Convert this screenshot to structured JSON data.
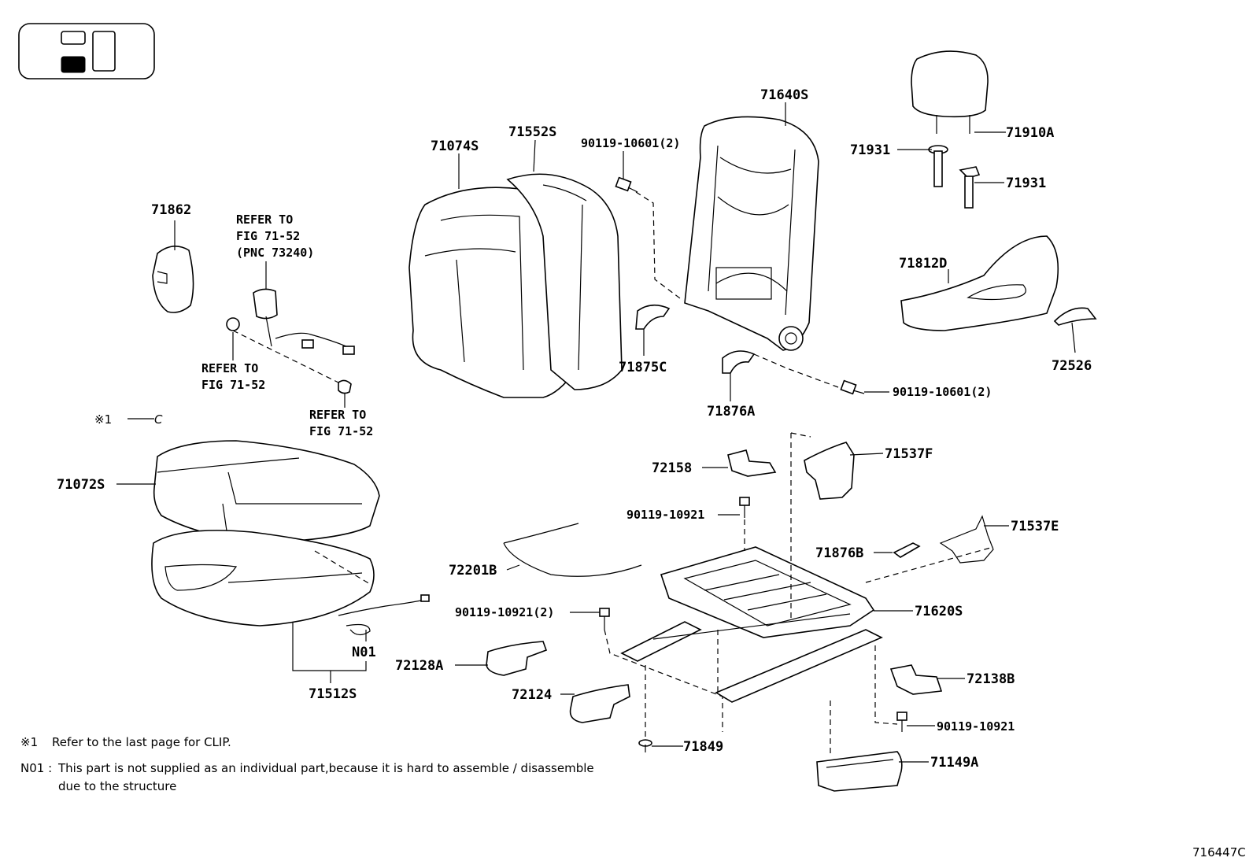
{
  "callouts": {
    "p71862": "71862",
    "p71074S": "71074S",
    "p71552S": "71552S",
    "p90119_10601_a": "90119-10601(2)",
    "p71640S": "71640S",
    "p71910A": "71910A",
    "p71931_a": "71931",
    "p71931_b": "71931",
    "p71812D": "71812D",
    "p72526": "72526",
    "p71875C": "71875C",
    "p71876A": "71876A",
    "p90119_10601_b": "90119-10601(2)",
    "p71072S": "71072S",
    "p72158": "72158",
    "p71537F": "71537F",
    "p90119_10921_a": "90119-10921",
    "p71537E": "71537E",
    "p71876B": "71876B",
    "p72201B": "72201B",
    "p90119_10921_2": "90119-10921(2)",
    "p71620S": "71620S",
    "pN01": "N01",
    "p72128A": "72128A",
    "p71512S": "71512S",
    "p72138B": "72138B",
    "p72124": "72124",
    "p90119_10921_b": "90119-10921",
    "p71849": "71849",
    "p71149A": "71149A"
  },
  "refer_notes": {
    "refer1_l1": "REFER TO",
    "refer1_l2": "FIG 71-52",
    "refer1_l3": "(PNC 73240)",
    "refer2_l1": "REFER TO",
    "refer2_l2": "FIG 71-52",
    "refer3_l1": "REFER TO",
    "refer3_l2": "FIG 71-52"
  },
  "clip_marker": {
    "mark": "※1",
    "letter": "C"
  },
  "footnotes": {
    "n1_mark": "※1",
    "n1_text": "Refer to the last page for CLIP.",
    "n2_mark": "N01 :",
    "n2_text_l1": "This part is not supplied as an individual part,because it is hard to assemble / disassemble",
    "n2_text_l2": "due to the structure"
  },
  "illustration_code": "716447C"
}
